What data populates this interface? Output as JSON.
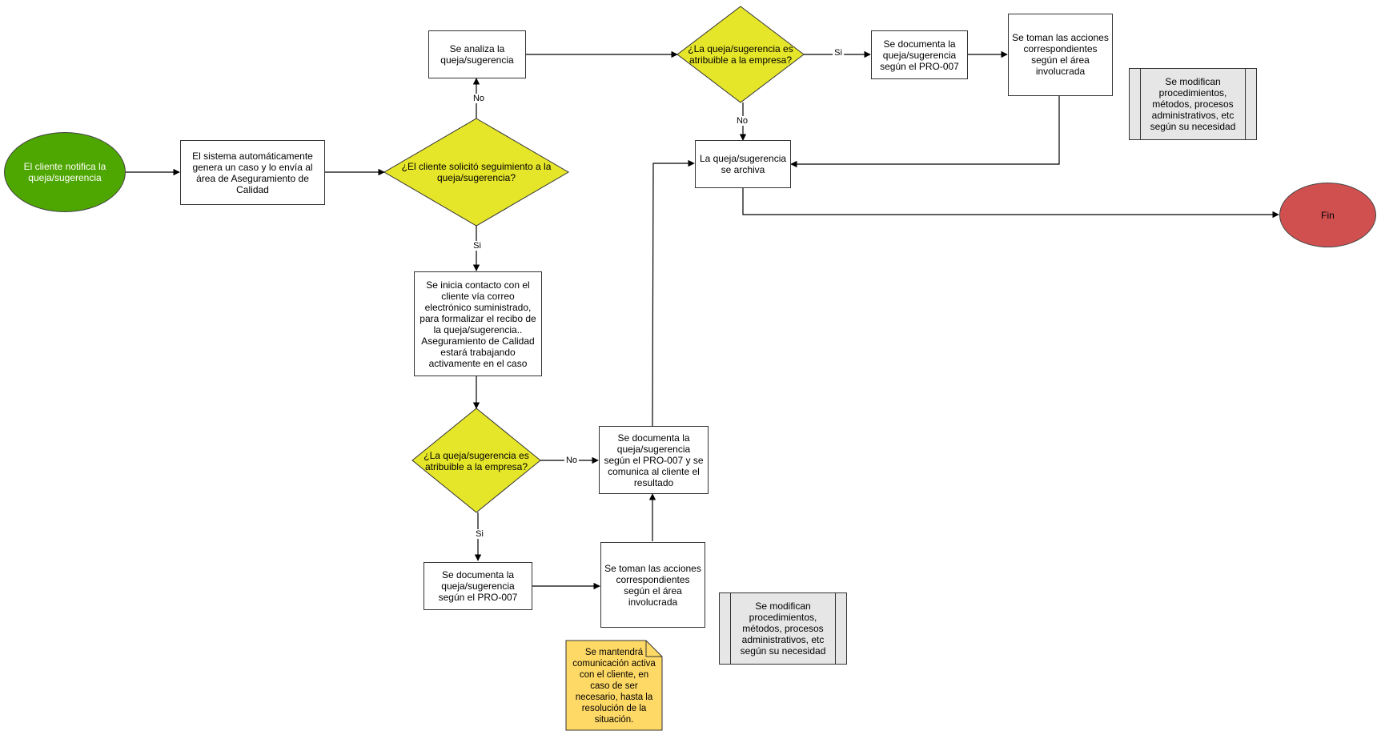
{
  "nodes": {
    "start": "El cliente notifica la queja/sugerencia",
    "system_case": "El sistema automáticamente genera un caso y lo envía al área de Aseguramiento de Calidad",
    "q_followup": "¿El cliente solicitó seguimiento a la queja/sugerencia?",
    "analyze": "Se analiza la queja/sugerencia",
    "q_attrib_top": "¿La queja/sugerencia es atribuible a la empresa?",
    "doc_top": "Se documenta la queja/sugerencia según el PRO-007",
    "actions_top": "Se toman las acciones correspondientes según el área involucrada",
    "modify_top": "Se modifican procedimientos, métodos, procesos administrativos, etc según su necesidad",
    "archive": "La queja/sugerencia se archiva",
    "end": "Fin",
    "contact": "Se inicia contacto con el cliente vía correo electrónico suministrado, para formalizar el recibo de la queja/sugerencia.. Aseguramiento de Calidad estará trabajando activamente en el caso",
    "q_attrib_bottom": "¿La queja/sugerencia es atribuible a la empresa?",
    "doc_comm": "Se documenta la queja/sugerencia según el PRO-007 y se comunica al cliente el resultado",
    "doc_bottom": "Se documenta la queja/sugerencia según el PRO-007",
    "actions_bottom": "Se toman las acciones correspondientes según el área involucrada",
    "modify_bottom": "Se modifican procedimientos, métodos, procesos administrativos, etc según su necesidad",
    "note": "Se mantendrá comunicación activa con el cliente, en caso de ser necesario, hasta la resolución de la situación."
  },
  "edge_labels": {
    "no_analyze": "No",
    "si_top": "Si",
    "no_archive": "No",
    "si_contact": "Si",
    "no_doc_comm": "No",
    "si_doc_bottom": "Si"
  },
  "colors": {
    "start": "#4ea600",
    "end": "#d05050",
    "decision": "#e5e52a",
    "note": "#ffd966",
    "process_fill": "#e6e6e6"
  }
}
